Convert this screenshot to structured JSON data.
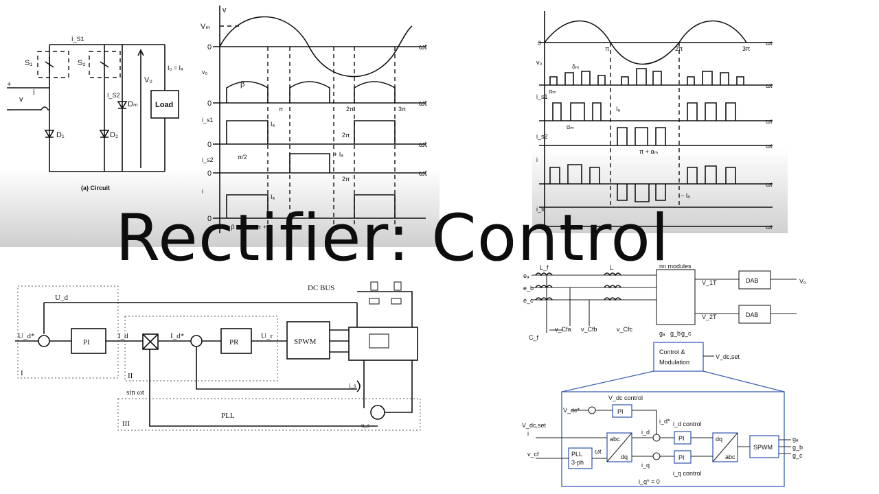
{
  "title": "Rectifier: Control",
  "circuit": {
    "caption": "(a) Circuit",
    "load_label": "Load",
    "labels": {
      "s1": "S₁",
      "s2": "S₂",
      "d1": "D₁",
      "d2": "D₂",
      "dm": "Dₘ",
      "is1": "I_S1",
      "is2": "I_S2",
      "i": "i",
      "v": "v",
      "vo": "V₀",
      "io": "I₀ = Iₐ",
      "plus": "+",
      "minus": "−"
    }
  },
  "waveforms_left": {
    "axis_v": "v",
    "axis_wt": "ωt",
    "vm": "Vₘ",
    "zero": "0",
    "pi": "π",
    "two_pi": "2π",
    "three_pi": "3π",
    "beta": "β",
    "pi_over_2": "π/2",
    "plus_ia": "+ Iₐ",
    "ia": "Iₐ",
    "pi_minus_beta": "π − β",
    "pi_plus_beta": "π + β",
    "row_labels": [
      "v₀",
      "i_s1",
      "i_s2",
      "i"
    ]
  },
  "waveforms_right": {
    "zero": "0",
    "pi": "π",
    "two_pi": "2π",
    "three_pi": "3π",
    "axis_wt": "ωt",
    "alpha_m": "αₘ",
    "delta_m": "δₘ",
    "pi_plus_alpha": "π + αₘ",
    "ia": "Iₐ",
    "minus_ia": "− Iₐ",
    "row_labels": [
      "v₀",
      "i_s1",
      "i_s2",
      "i",
      "i_s"
    ]
  },
  "block_left": {
    "ud": "U_d",
    "ud_ref": "U_d*",
    "pi_block": "PI",
    "id": "I_d",
    "id_ref": "I_d*",
    "pr_block": "PR",
    "ur": "U_r",
    "spwm_block": "SPWM",
    "dc_bus": "DC BUS",
    "sin_wt": "sin ωt",
    "pll": "PLL",
    "is": "i_s",
    "us": "u_s",
    "group_labels": [
      "I",
      "II",
      "III"
    ]
  },
  "block_right": {
    "ea": "eₐ",
    "eb": "e_b",
    "ec": "e_c",
    "lf": "L_f",
    "l": "L",
    "cf": "C_f",
    "vcfa": "v_Cfa",
    "vcfb": "v_Cfb",
    "vcfc": "v_Cfc",
    "dab": "DAB",
    "vo": "V₀",
    "v1": "V_1T",
    "vn": "V_2T",
    "module_label": "nn modules",
    "control_modulation": [
      "Control &",
      "Modulation"
    ],
    "vdc_set": "V_dc,set",
    "vdc_control": "V_dc control",
    "vdc_ref": "V_dc*",
    "pi": "PI",
    "id_control": "i_d control",
    "iq_control": "i_q control",
    "abc_dq": [
      "abc",
      "dq"
    ],
    "dq_abc": [
      "dq",
      "abc"
    ],
    "spwm": "SPWM",
    "pll": [
      "PLL",
      "3-ph"
    ],
    "wt": "ωt",
    "id_ref": "i_d*",
    "iq_ref": "i_q* = 0",
    "id": "i_d",
    "iq": "i_q",
    "i": "i",
    "vcf": "v_cf",
    "ga": "gₐ",
    "gb": "g_b",
    "gc": "g_c"
  }
}
